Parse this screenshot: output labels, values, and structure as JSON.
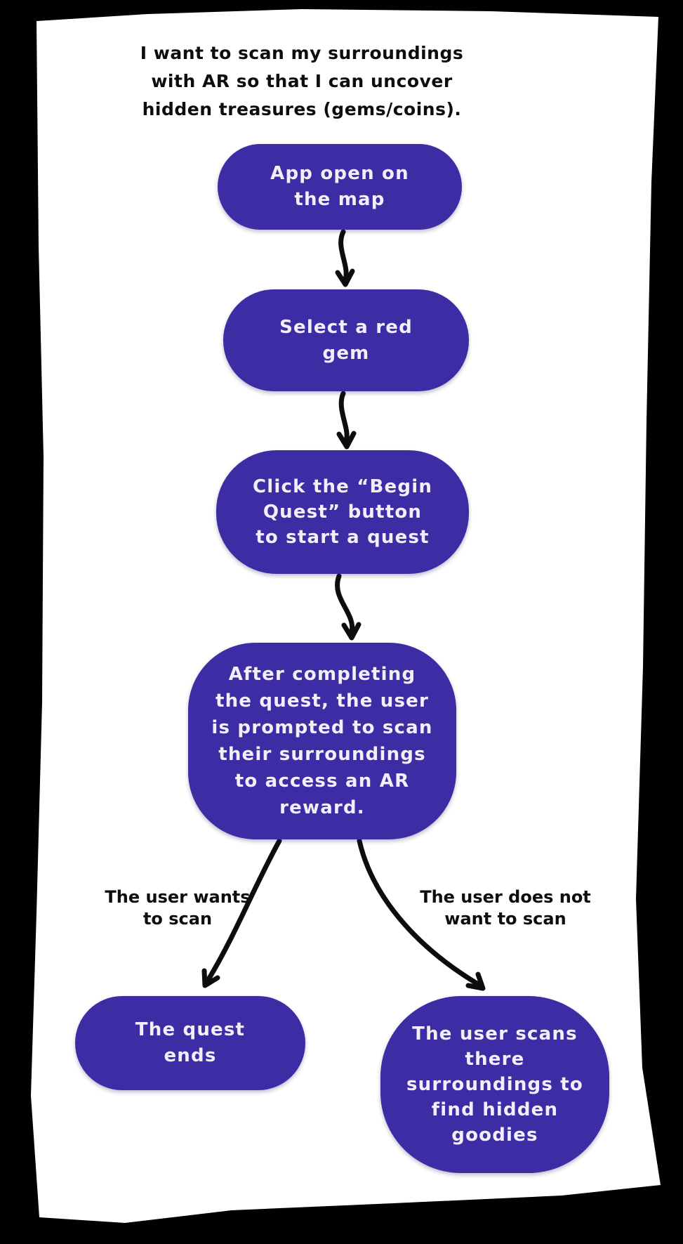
{
  "diagram": {
    "title": "I want to scan my surroundings\nwith AR so that I can uncover\nhidden treasures (gems/coins).",
    "nodes": [
      {
        "id": "app-open-map",
        "label": "App open on\nthe map"
      },
      {
        "id": "select-red-gem",
        "label": "Select a red\ngem"
      },
      {
        "id": "begin-quest",
        "label": "Click the “Begin\nQuest” button\nto start a quest"
      },
      {
        "id": "prompt-scan",
        "label": "After completing\nthe quest, the user\nis prompted to scan\ntheir surroundings\nto access an AR\nreward."
      },
      {
        "id": "quest-ends",
        "label": "The quest\nends"
      },
      {
        "id": "user-scans",
        "label": "The user scans\nthere\nsurroundings to\nfind hidden\ngoodies"
      }
    ],
    "edges": [
      {
        "from": "app-open-map",
        "to": "select-red-gem",
        "label": ""
      },
      {
        "from": "select-red-gem",
        "to": "begin-quest",
        "label": ""
      },
      {
        "from": "begin-quest",
        "to": "prompt-scan",
        "label": ""
      },
      {
        "from": "prompt-scan",
        "to": "quest-ends",
        "label": "The user wants\nto scan"
      },
      {
        "from": "prompt-scan",
        "to": "user-scans",
        "label": "The user does not\nwant to scan"
      }
    ]
  },
  "colors": {
    "background": "#000000",
    "paper": "#ffffff",
    "node_fill": "#3c2da5",
    "node_text": "#f3effa",
    "ink": "#0d0d0d"
  }
}
